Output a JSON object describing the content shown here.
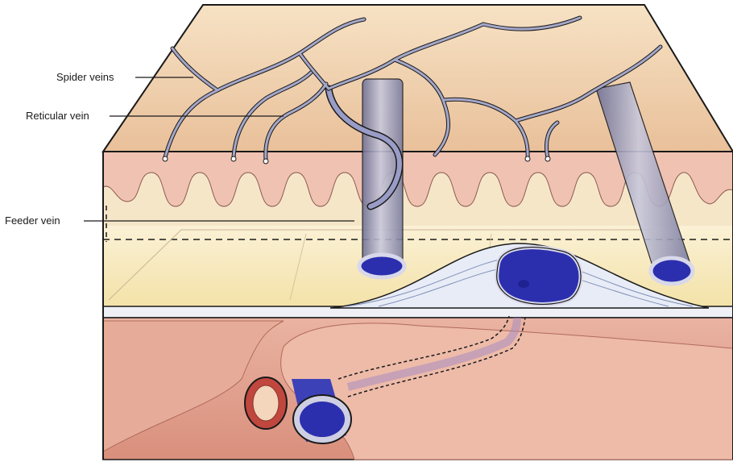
{
  "labels": {
    "spider_veins": "Spider veins",
    "reticular_vein": "Reticular vein",
    "feeder_vein": "Feeder vein"
  },
  "colors": {
    "skin_top": "#f3d8b4",
    "dermis_pink": "#f2c4b6",
    "subcutaneous_fat": "#f8ecc4",
    "fascia": "#f0f0f4",
    "muscle": "#e2a594",
    "vein_blue": "#2b2fae",
    "vein_wall": "#b9b9d6",
    "vessel_gray": "#8d8ea8",
    "artery_red": "#b8403a",
    "outline": "#1a1a1a"
  }
}
